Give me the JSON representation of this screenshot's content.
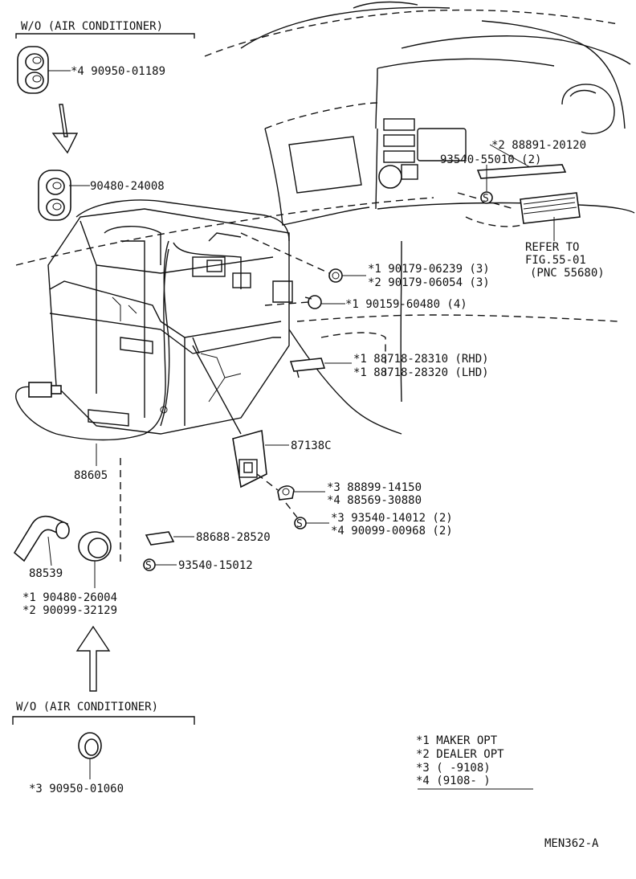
{
  "diagram": {
    "ref_code": "MEN362-A",
    "variant_top": "W/O (AIR CONDITIONER)",
    "variant_bottom": "W/O  (AIR CONDITIONER)",
    "refer_note": [
      "REFER TO",
      "FIG.55-01",
      "(PNC 55680)"
    ],
    "legend": [
      "*1 MAKER OPT",
      "*2 DEALER OPT",
      "*3  (      -9108)",
      "*4  (9108-      )"
    ],
    "fastener_symbol": "S",
    "parts": {
      "p_top_plug": "*4  90950-01189",
      "p_grommet_top": "90480-24008",
      "p_blower_resistor_cover_1": "*2  88891-20120",
      "p_screw_top": "93540-55010 (2)",
      "p_clip_1": "*1  90179-06239 (3)",
      "p_clip_2": "*2  90179-06054 (3)",
      "p_screw_mid": "*1  90159-60480 (4)",
      "p_bracket_rhd": "*1  88718-28310 (RHD)",
      "p_bracket_lhd": "*1  88718-28320 (LHD)",
      "p_resistor": "87138C",
      "p_harness": "88605",
      "p_clamp_3": "*3  88899-14150",
      "p_clamp_4": "*4  88569-30880",
      "p_screw_3": "*3  93540-14012 (2)",
      "p_screw_4": "*4  90099-00968 (2)",
      "p_bracket_lower": "88688-28520",
      "p_screw_lower": "93540-15012",
      "p_hose": "88539",
      "p_grommet_1": "*1  90480-26004",
      "p_grommet_2": "*2  90099-32129",
      "p_bottom_plug": "*3  90950-01060"
    }
  }
}
